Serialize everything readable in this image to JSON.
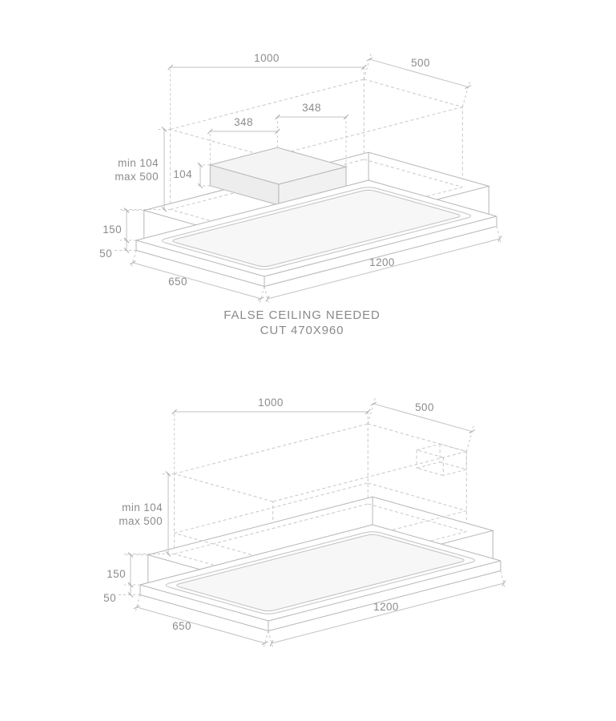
{
  "style": {
    "line_color": "#b6b6b6",
    "dash_color": "#c8c8c8",
    "dim_color": "#c2c2c2",
    "text_color": "#8c8c8c",
    "panel_fill": "#f7f7f7"
  },
  "views": [
    {
      "name": "ceiling-hood-with-duct-box",
      "dims": {
        "top_width": "1000",
        "top_depth": "500",
        "duct_width": "348",
        "duct_depth": "348",
        "duct_height": "104",
        "height_min": "min 104",
        "height_max": "max 500",
        "body_height": "150",
        "flange_height": "50",
        "hood_depth": "650",
        "hood_width": "1200"
      },
      "note": {
        "line1": "FALSE CEILING NEEDED",
        "line2": "CUT 470X960"
      }
    },
    {
      "name": "ceiling-hood-ducted-version",
      "dims": {
        "top_width": "1000",
        "top_depth": "500",
        "height_min": "min 104",
        "height_max": "max 500",
        "body_height": "150",
        "flange_height": "50",
        "hood_depth": "650",
        "hood_width": "1200"
      }
    }
  ]
}
